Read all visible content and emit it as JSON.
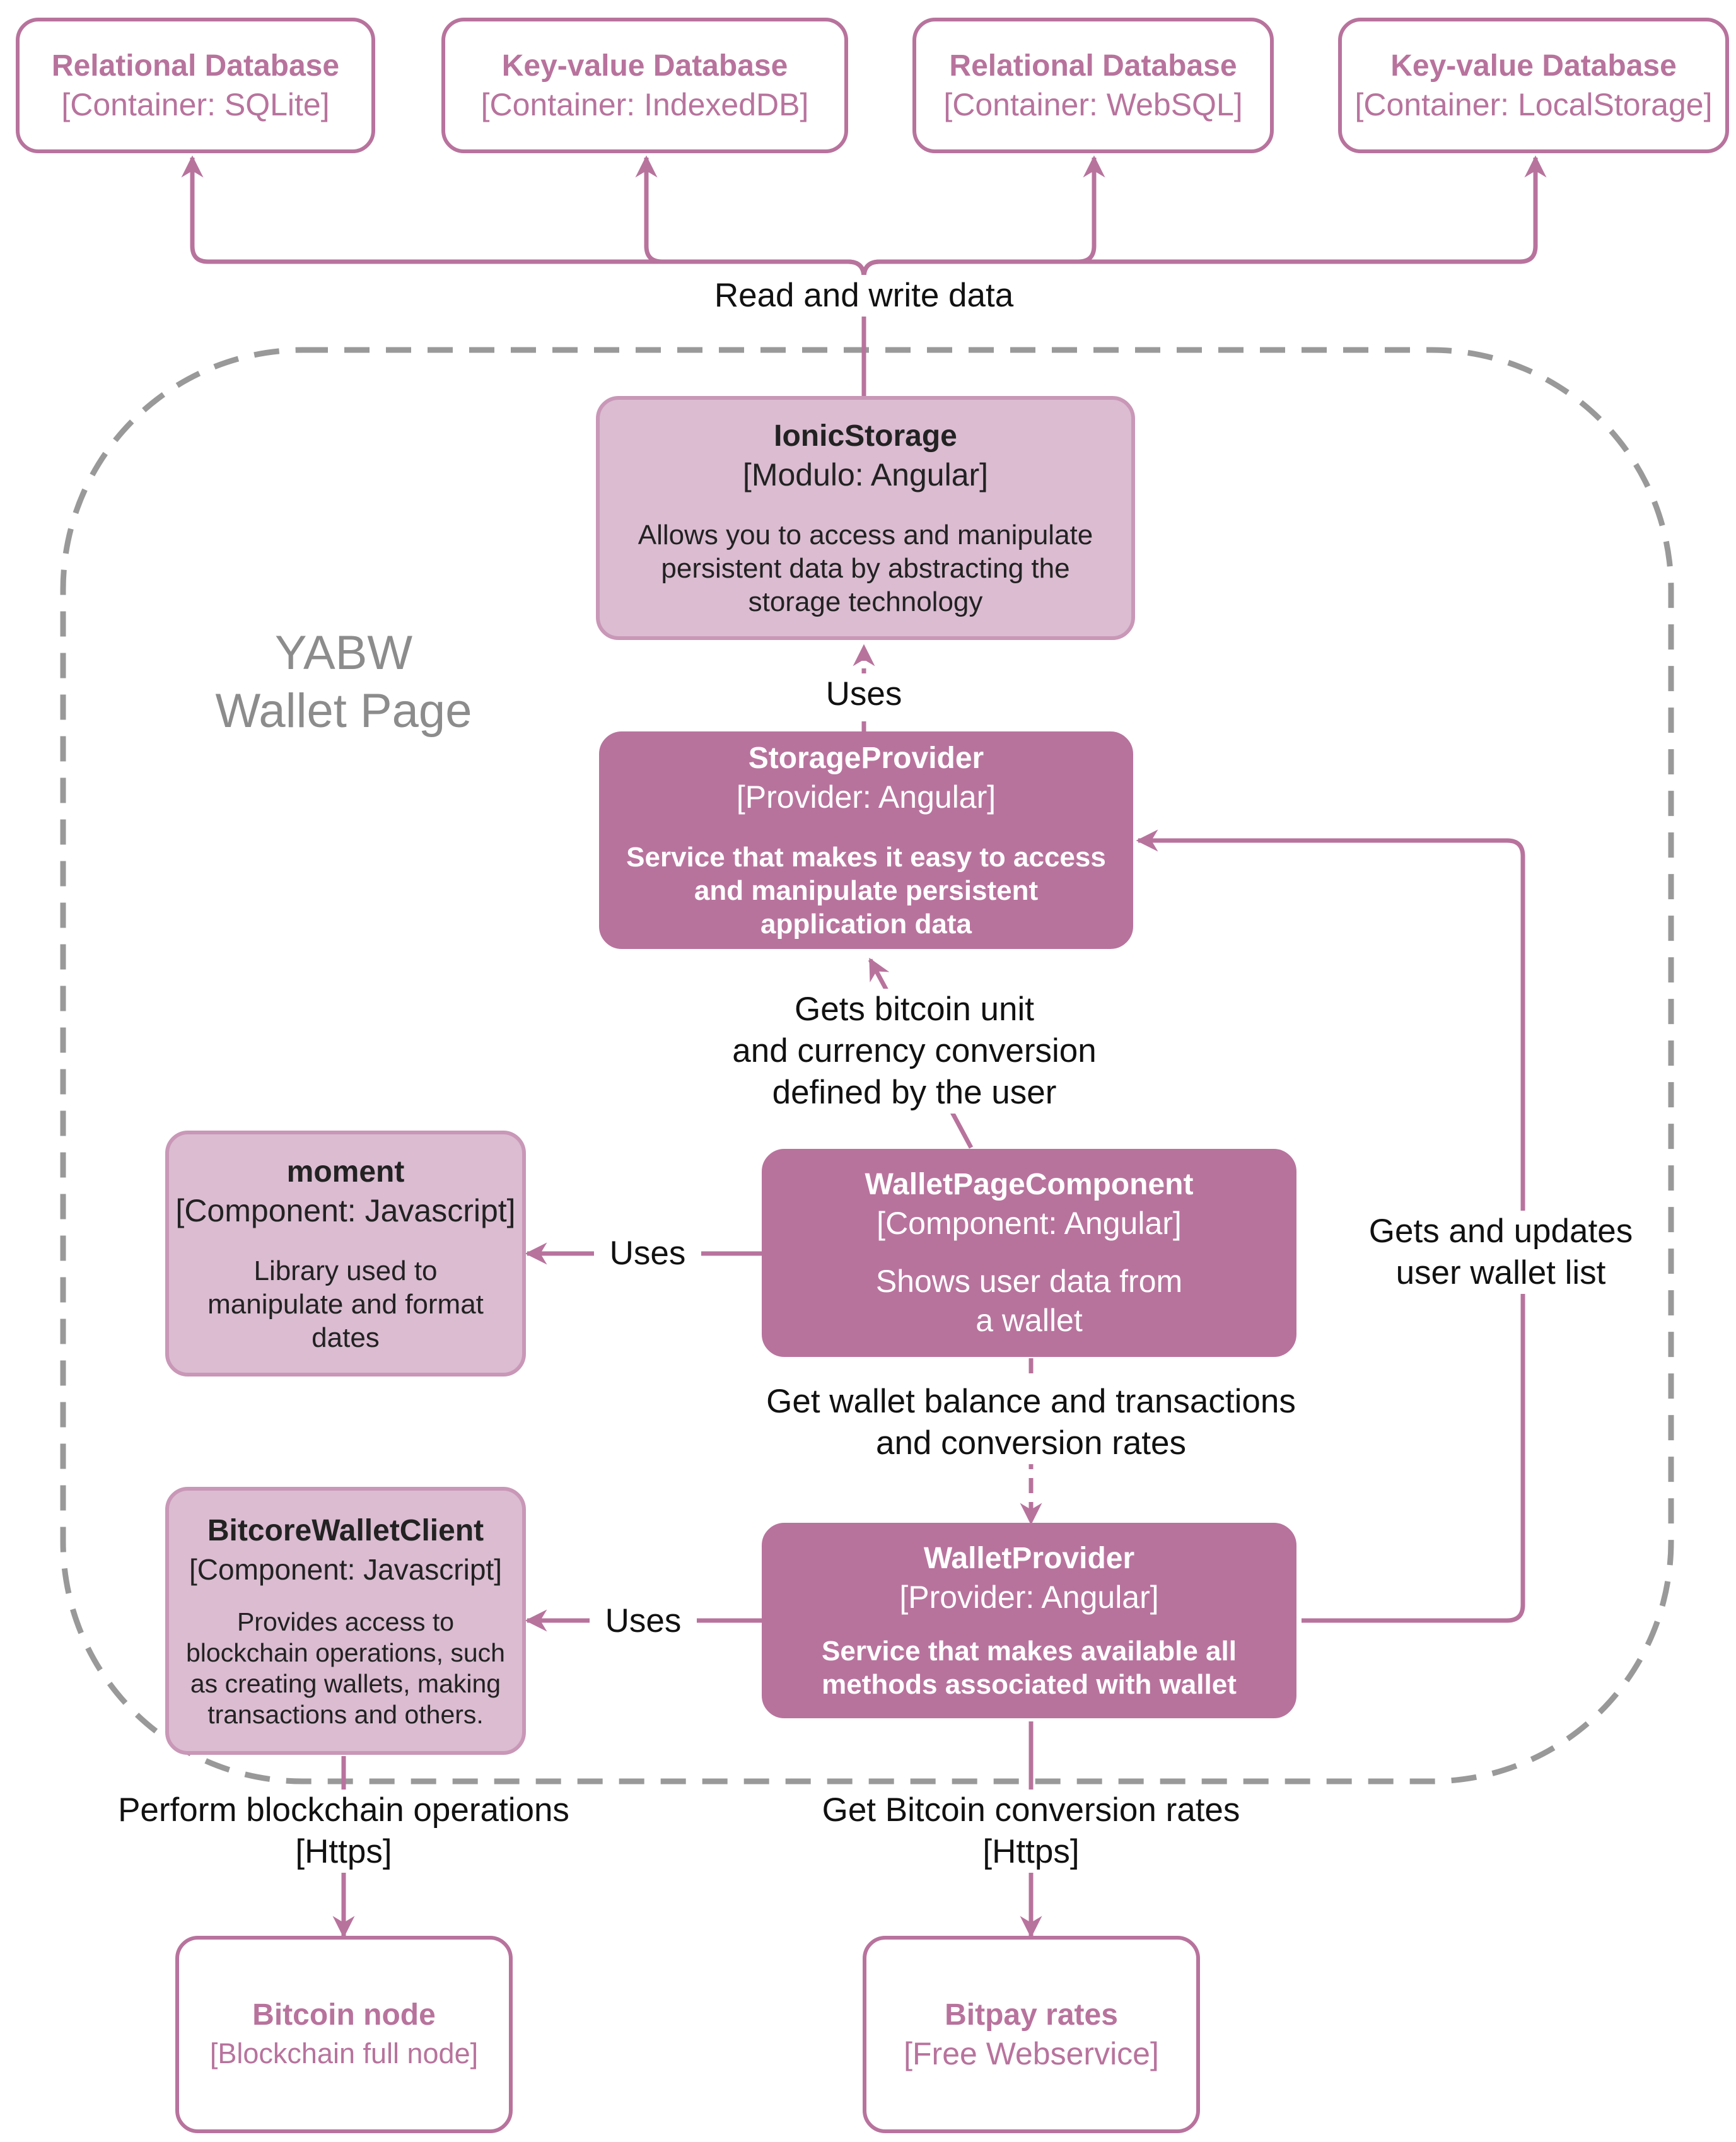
{
  "colors": {
    "accent": "#b8739d",
    "light_fill": "#dbbcd1",
    "boundary": "#999999"
  },
  "boundary": {
    "line1": "YABW",
    "line2": "Wallet Page"
  },
  "databases": [
    {
      "name": "Relational Database",
      "tech": "[Container: SQLite]"
    },
    {
      "name": "Key-value Database",
      "tech": "[Container: IndexedDB]"
    },
    {
      "name": "Relational Database",
      "tech": "[Container: WebSQL]"
    },
    {
      "name": "Key-value Database",
      "tech": "[Container: LocalStorage]"
    }
  ],
  "ionic_storage": {
    "name": "IonicStorage",
    "tech": "[Modulo: Angular]",
    "desc": "Allows you to access and manipulate persistent data by abstracting the storage technology"
  },
  "storage_provider": {
    "name": "StorageProvider",
    "tech": "[Provider: Angular]",
    "desc": "Service that makes it easy to access and manipulate persistent application data"
  },
  "moment": {
    "name": "moment",
    "tech": "[Component: Javascript]",
    "desc": "Library used to manipulate and format dates"
  },
  "wallet_page_component": {
    "name": "WalletPageComponent",
    "tech": "[Component: Angular]",
    "desc1": "Shows user data from",
    "desc2": "a wallet"
  },
  "bitcore_wallet_client": {
    "name": "BitcoreWalletClient",
    "tech": "[Component: Javascript]",
    "desc": "Provides access to blockchain operations, such as creating wallets, making transactions and others."
  },
  "wallet_provider": {
    "name": "WalletProvider",
    "tech": "[Provider: Angular]",
    "desc": "Service that makes available all methods associated with wallet"
  },
  "bitcoin_node": {
    "name": "Bitcoin node",
    "tech": "[Blockchain full node]"
  },
  "bitpay_rates": {
    "name": "Bitpay rates",
    "tech": "[Free Webservice]"
  },
  "edges": {
    "read_write": "Read and write data",
    "uses_storage": "Uses",
    "gets_unit": [
      "Gets bitcoin unit",
      "and currency conversion",
      "defined by the user"
    ],
    "uses_moment": "Uses",
    "gets_wallet_list": [
      "Gets and updates",
      "user wallet list"
    ],
    "get_balance": [
      "Get wallet balance and transactions",
      "and conversion rates"
    ],
    "uses_bitcore": "Uses",
    "perform_blockchain": [
      "Perform blockchain operations",
      "[Https]"
    ],
    "get_rates": [
      "Get Bitcoin conversion rates",
      "[Https]"
    ]
  }
}
